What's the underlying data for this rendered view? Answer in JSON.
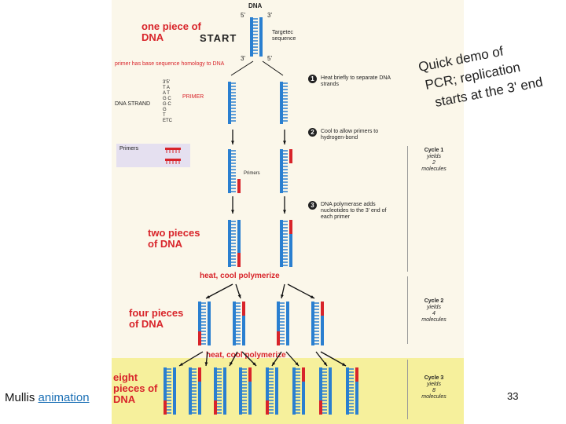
{
  "figure": {
    "top_label": "DNA",
    "five_prime": "5'",
    "three_prime": "3'",
    "one_piece": "one piece of DNA",
    "start": "START",
    "targeted": "Targetec sequence",
    "primer_note": "primer has base sequence homology to DNA",
    "dna_strand": "DNA STRAND",
    "primer_tag": "PRIMER",
    "strand_letters": "3'5'\nT A\nA T\nG C\nG C\nG\nT\nETC",
    "primers_box": "Primers",
    "primers_callout": "Primers",
    "step1_num": "1",
    "step1": "Heat briefly to separate DNA strands",
    "step2_num": "2",
    "step2": "Cool to allow primers to hydrogen-bond",
    "step3_num": "3",
    "step3": "DNA polymerase adds nucleotides to the 3' end of each primer",
    "two_pieces": "two pieces of DNA",
    "heat1": "heat, cool polymerize",
    "four_pieces": "four pieces of DNA",
    "heat2": "heat, cool polymerize",
    "eight_pieces": "eight pieces of DNA",
    "cycle1": {
      "title": "Cycle 1",
      "l1": "yields",
      "l2": "2",
      "l3": "molecules"
    },
    "cycle2": {
      "title": "Cycle 2",
      "l1": "yields",
      "l2": "4",
      "l3": "molecules"
    },
    "cycle3": {
      "title": "Cycle 3",
      "l1": "yields",
      "l2": "8",
      "l3": "molecules"
    }
  },
  "caption": {
    "line1": "Quick demo of",
    "line2": "PCR; replication",
    "line3": "starts at the 3' end"
  },
  "footer": {
    "prefix": "Mullis",
    "link": "animation",
    "page_number": "33"
  },
  "colors": {
    "accent": "#d8242a",
    "strand_blue": "#2a7fd0",
    "band_yellow": "#f6f09c",
    "link": "#1a6fb5"
  }
}
